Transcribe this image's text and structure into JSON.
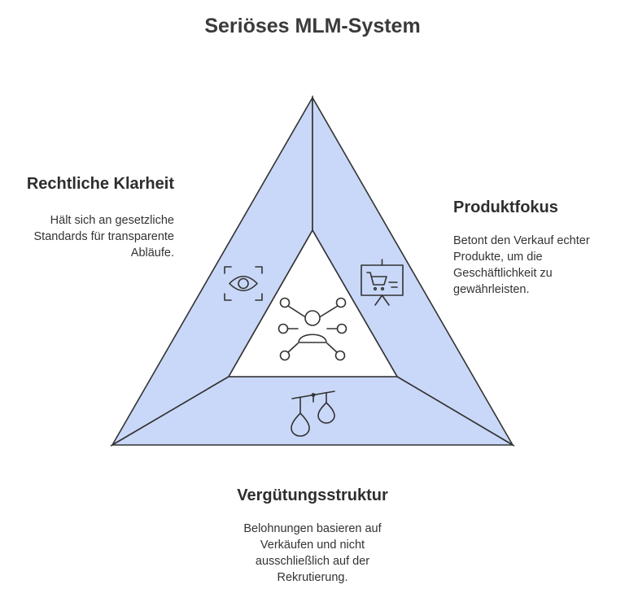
{
  "title": "Seriöses MLM-System",
  "sections": {
    "left": {
      "heading": "Rechtliche Klarheit",
      "text": "Hält sich an gesetzliche Standards für transparente Abläufe."
    },
    "right": {
      "heading": "Produktfokus",
      "text": "Betont den Verkauf echter Produkte, um die Geschäftlichkeit zu gewährleisten."
    },
    "bottom": {
      "heading": "Vergütungsstruktur",
      "text": "Belohnungen basieren auf Verkäufen und nicht ausschließlich auf der Rekrutierung."
    }
  },
  "colors": {
    "panel_fill": "#c9d8f8",
    "outline": "#333333",
    "center_fill": "#ffffff"
  },
  "icons": {
    "left": "eye-scan-icon",
    "right": "presentation-cart-icon",
    "bottom": "balance-scale-icon",
    "center": "network-person-icon"
  }
}
